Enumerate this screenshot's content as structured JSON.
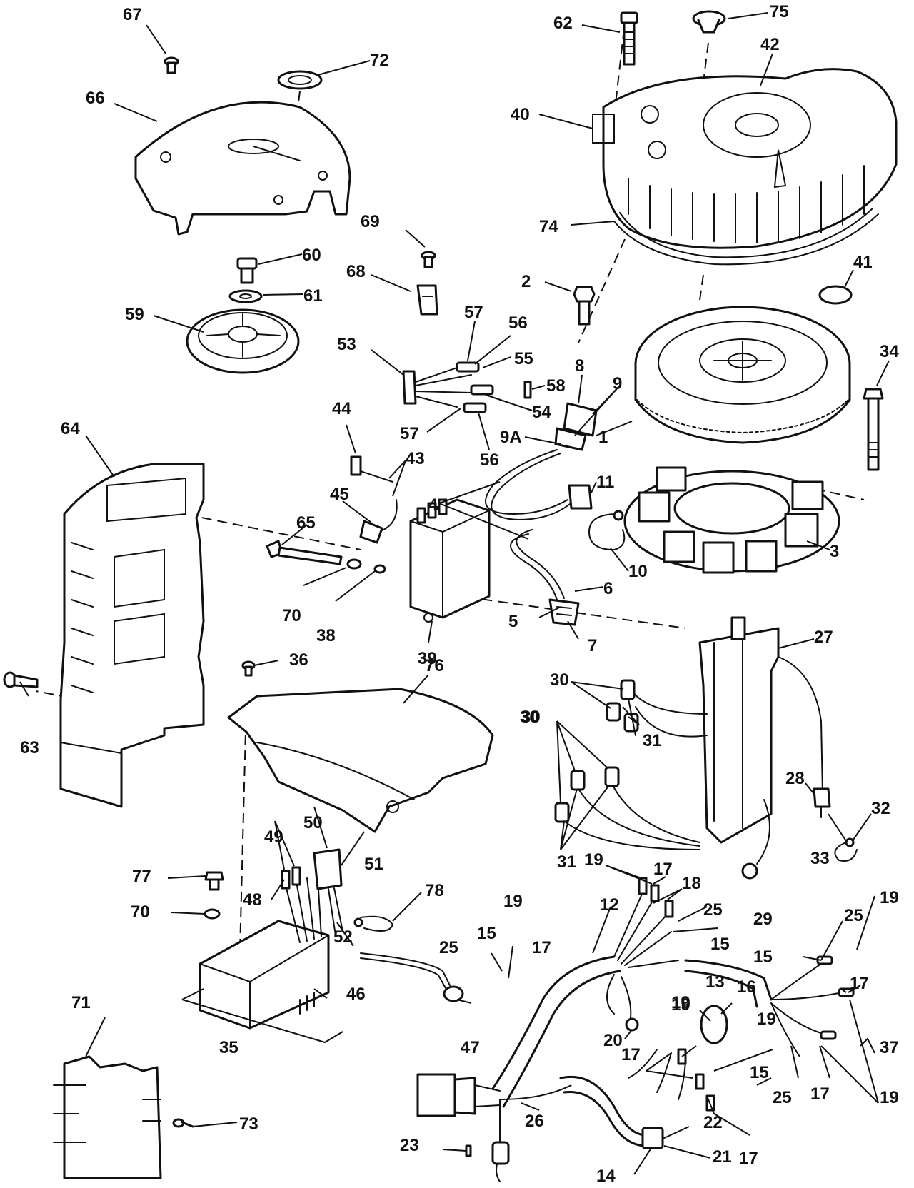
{
  "diagram": {
    "watermark_text": "",
    "colors": {
      "line": "#111111",
      "paper": "#ffffff",
      "watermark": "#ebebeb"
    },
    "callouts": [
      "67",
      "72",
      "66",
      "62",
      "75",
      "42",
      "40",
      "74",
      "69",
      "60",
      "68",
      "61",
      "59",
      "2",
      "41",
      "57",
      "56",
      "53",
      "55",
      "58",
      "8",
      "9",
      "34",
      "54",
      "9A",
      "57",
      "56",
      "1",
      "44",
      "43",
      "64",
      "45",
      "11",
      "4",
      "65",
      "10",
      "3",
      "70",
      "38",
      "39",
      "6",
      "5",
      "7",
      "27",
      "36",
      "76",
      "30",
      "30",
      "31",
      "63",
      "30",
      "28",
      "32",
      "31",
      "33",
      "49",
      "50",
      "51",
      "77",
      "48",
      "78",
      "70",
      "52",
      "19",
      "17",
      "18",
      "12",
      "25",
      "19",
      "15",
      "19",
      "17",
      "25",
      "15",
      "29",
      "25",
      "15",
      "19",
      "17",
      "13",
      "16",
      "46",
      "37",
      "20",
      "19",
      "19",
      "71",
      "35",
      "47",
      "17",
      "15",
      "25",
      "17",
      "19",
      "26",
      "17",
      "22",
      "73",
      "23",
      "21",
      "14"
    ]
  }
}
